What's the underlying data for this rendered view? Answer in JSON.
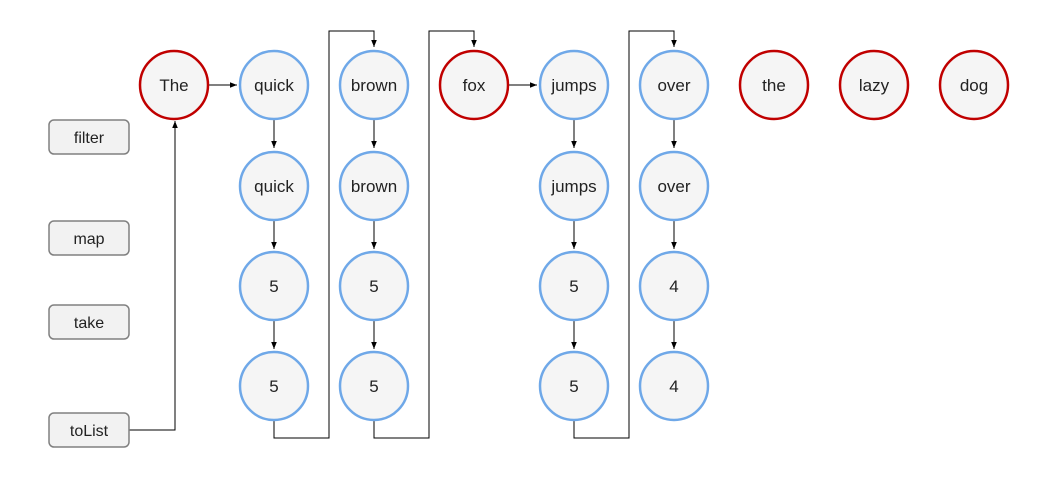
{
  "colors": {
    "source_border": "#c00000",
    "stage_border": "#6fa8e8",
    "node_fill": "#f5f5f5",
    "op_fill": "#f2f2f2",
    "op_border": "#808080",
    "edge": "#000000"
  },
  "operations": [
    {
      "id": "filter",
      "label": "filter"
    },
    {
      "id": "map",
      "label": "map"
    },
    {
      "id": "take",
      "label": "take"
    },
    {
      "id": "tolist",
      "label": "toList"
    }
  ],
  "source_words": [
    "The",
    "quick",
    "brown",
    "fox",
    "jumps",
    "over",
    "the",
    "lazy",
    "dog"
  ],
  "columns": [
    {
      "word": "quick",
      "stages": [
        "quick",
        "5",
        "5"
      ]
    },
    {
      "word": "brown",
      "stages": [
        "brown",
        "5",
        "5"
      ]
    },
    {
      "word": "jumps",
      "stages": [
        "jumps",
        "5",
        "5"
      ]
    },
    {
      "word": "over",
      "stages": [
        "over",
        "4",
        "4"
      ]
    }
  ]
}
